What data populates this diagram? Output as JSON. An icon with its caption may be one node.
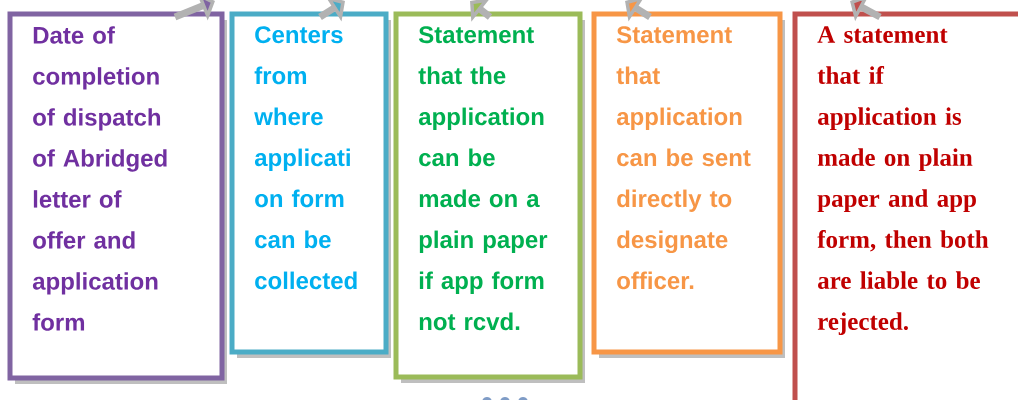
{
  "diagram": {
    "nodes": [
      {
        "text": [
          "Date of completion of dispatch of Abridged letter of offer and application form"
        ]
      },
      {
        "text": [
          "Centers from where applicati on form can be collected"
        ]
      },
      {
        "text": [
          "Statement that the application can be made on a plain paper if app form not rcvd."
        ]
      },
      {
        "text": [
          "Statement that application can be sent directly to designate officer."
        ]
      },
      {
        "text": [
          "A statement that if application is made on plain paper and app form, then both are liable to be rejected."
        ]
      }
    ],
    "edges": [
      {
        "from": 0,
        "to": null,
        "arrow": "to"
      },
      {
        "from": 1,
        "to": null,
        "arrow": "to"
      },
      {
        "from": 2,
        "to": null,
        "arrow": "to"
      },
      {
        "from": 3,
        "to": null,
        "arrow": "to"
      },
      {
        "from": 4,
        "to": null,
        "arrow": "to"
      }
    ]
  }
}
